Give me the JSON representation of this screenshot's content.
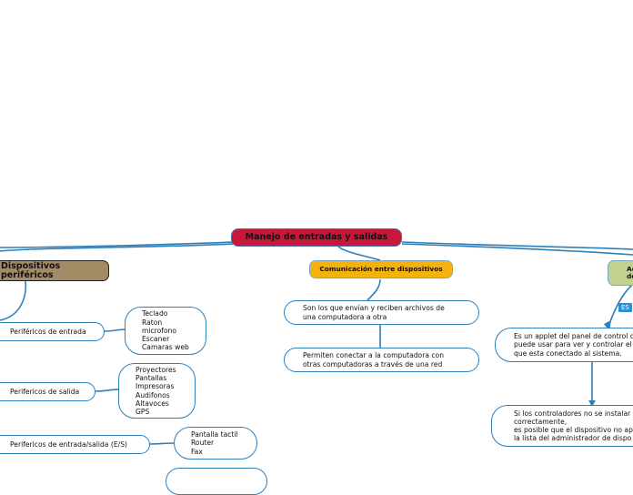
{
  "root": {
    "label": "Manejo de entradas y salidas",
    "color": "#c8173a"
  },
  "categories": {
    "left": {
      "label": "Dispositivos periféricos",
      "color": "#a38b66"
    },
    "center": {
      "label": "Comunicación entre dispositivos",
      "color": "#f5b20f"
    },
    "right": {
      "label": "Ad\nde",
      "color": "#c3d18f"
    }
  },
  "peripherals": [
    {
      "label": "Periféricos de entrada",
      "examples": "Teclado\nRaton\nmicrofono\nEscaner\nCamaras web"
    },
    {
      "label": "Perifericos de salida",
      "examples": "Proyectores\nPantallas\nImpresoras\nAudifonos\nAltavoces\nGPS"
    },
    {
      "label": "Perifericos de entrada/salida (E/S)",
      "examples": "Pantalla tactil\nRouter\nFax"
    }
  ],
  "communication": [
    "Son los que envían y reciben archivos de\nuna computadora a otra",
    "Permiten conectar a la computadora con\notras computadoras a través de una red"
  ],
  "admin": {
    "tag": "ES",
    "items": [
      "Es un applet del panel de control q\npuede usar para ver y controlar el\nque esta conectado al sistema.",
      "Si los controladores no se instalar\ncorrectamente,\nes posible que el dispositivo no ap\nla lista del administrador de dispo"
    ]
  },
  "line_color": "#2f7fb8"
}
